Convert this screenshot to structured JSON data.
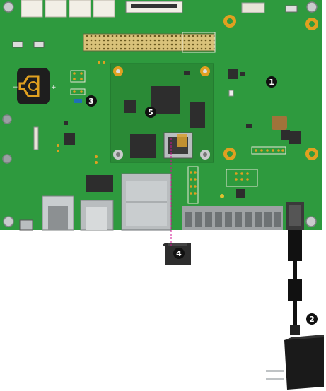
{
  "colors": {
    "board": "#2e9a3e",
    "board_dark": "#237d31",
    "som": "#2a8a36",
    "gold": "#e0a020",
    "chip": "#2d2d2d",
    "callout": "#111111",
    "callout_text": "#ffffff",
    "guide_line": "#d01090",
    "metal": "#bfc3c5",
    "connector_white": "#f2efe6",
    "cable": "#111111"
  },
  "callouts": [
    {
      "id": "callout-1",
      "number": "1"
    },
    {
      "id": "callout-2",
      "number": "2"
    },
    {
      "id": "callout-3",
      "number": "3"
    },
    {
      "id": "callout-4",
      "number": "4"
    },
    {
      "id": "callout-5",
      "number": "5"
    }
  ]
}
